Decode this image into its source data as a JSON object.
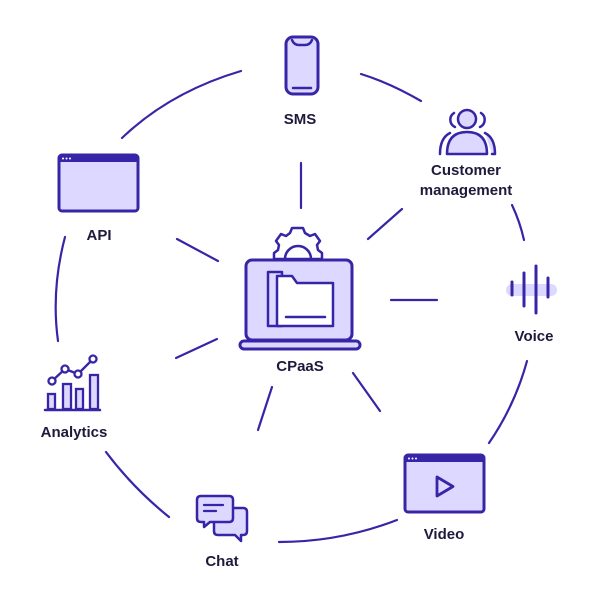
{
  "diagram": {
    "title": "CPaaS",
    "colors": {
      "stroke": "#3626a7",
      "fill": "#dcd8ff",
      "text": "#1e1a3c",
      "background": "#ffffff"
    },
    "center": {
      "label": "CPaaS",
      "icon": "laptop-folder-gear-icon"
    },
    "nodes": [
      {
        "id": "sms",
        "label": "SMS",
        "icon": "smartphone-icon"
      },
      {
        "id": "customer",
        "label_line1": "Customer",
        "label_line2": "management",
        "icon": "users-icon"
      },
      {
        "id": "voice",
        "label": "Voice",
        "icon": "sound-wave-icon"
      },
      {
        "id": "video",
        "label": "Video",
        "icon": "video-player-icon"
      },
      {
        "id": "chat",
        "label": "Chat",
        "icon": "chat-bubbles-icon"
      },
      {
        "id": "analytics",
        "label": "Analytics",
        "icon": "analytics-chart-icon"
      },
      {
        "id": "api",
        "label": "API",
        "icon": "browser-window-icon"
      }
    ]
  }
}
